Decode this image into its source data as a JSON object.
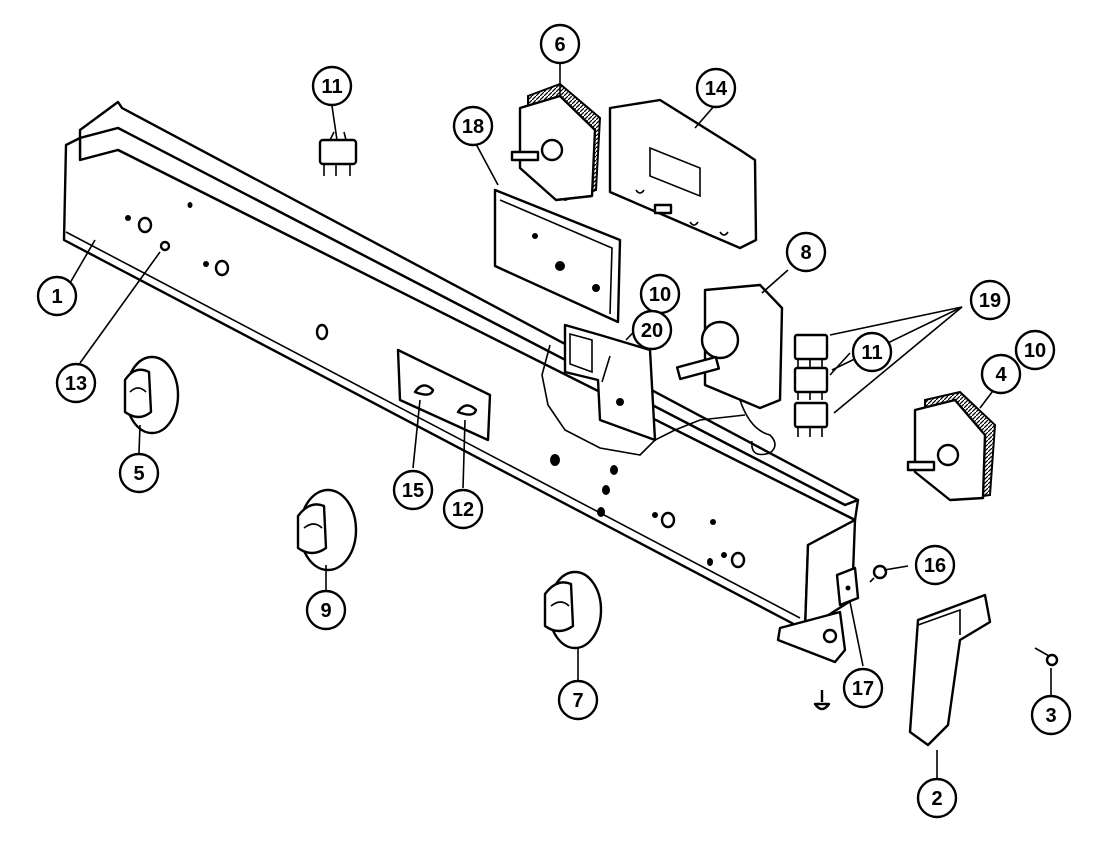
{
  "callouts": [
    {
      "id": "c1",
      "label": "1"
    },
    {
      "id": "c2",
      "label": "2"
    },
    {
      "id": "c3",
      "label": "3"
    },
    {
      "id": "c4",
      "label": "4"
    },
    {
      "id": "c5",
      "label": "5"
    },
    {
      "id": "c6",
      "label": "6"
    },
    {
      "id": "c7",
      "label": "7"
    },
    {
      "id": "c8",
      "label": "8"
    },
    {
      "id": "c9",
      "label": "9"
    },
    {
      "id": "c10a",
      "label": "10"
    },
    {
      "id": "c10b",
      "label": "10"
    },
    {
      "id": "c11a",
      "label": "11"
    },
    {
      "id": "c11b",
      "label": "11"
    },
    {
      "id": "c12",
      "label": "12"
    },
    {
      "id": "c13",
      "label": "13"
    },
    {
      "id": "c14",
      "label": "14"
    },
    {
      "id": "c15",
      "label": "15"
    },
    {
      "id": "c16",
      "label": "16"
    },
    {
      "id": "c17",
      "label": "17"
    },
    {
      "id": "c18",
      "label": "18"
    },
    {
      "id": "c19",
      "label": "19"
    },
    {
      "id": "c20",
      "label": "20"
    }
  ]
}
